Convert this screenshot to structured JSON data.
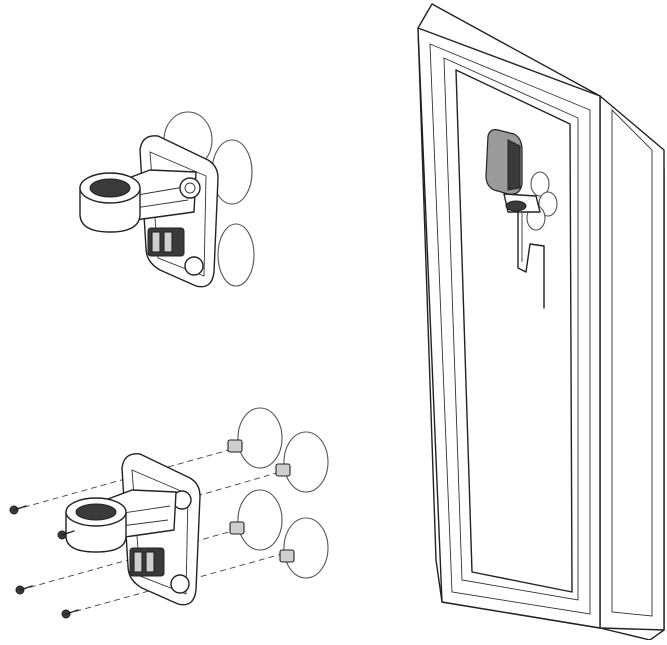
{
  "figure": {
    "panels": [
      {
        "name": "assembled-bracket",
        "icon": "bracket-with-suction-cups"
      },
      {
        "name": "exploded-bracket",
        "icon": "bracket-screws-suction-cups"
      },
      {
        "name": "window-installation",
        "icon": "bracket-mounted-on-window"
      }
    ],
    "parts": {
      "screws": 4,
      "suction_cups": 4
    },
    "line_color": "#222222",
    "background": "#ffffff"
  }
}
